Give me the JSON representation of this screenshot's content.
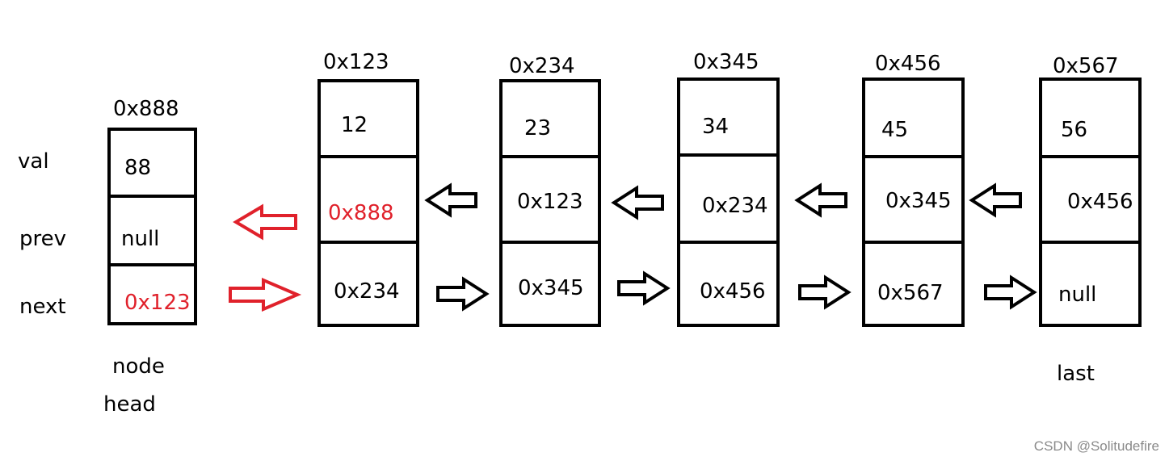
{
  "row_labels": {
    "val": "val",
    "prev": "prev",
    "next": "next"
  },
  "new_node": {
    "address": "0x888",
    "val": "88",
    "prev": "null",
    "next": "0x123",
    "caption_node": "node",
    "caption_head": "head"
  },
  "list_nodes": [
    {
      "address": "0x123",
      "val": "12",
      "prev": "0x888",
      "next": "0x234"
    },
    {
      "address": "0x234",
      "val": "23",
      "prev": "0x123",
      "next": "0x345"
    },
    {
      "address": "0x345",
      "val": "34",
      "prev": "0x234",
      "next": "0x456"
    },
    {
      "address": "0x456",
      "val": "45",
      "prev": "0x345",
      "next": "0x567"
    },
    {
      "address": "0x567",
      "val": "56",
      "prev": "0x456",
      "next": "null"
    }
  ],
  "last_label": "last",
  "watermark": "CSDN @Solitudefire",
  "colors": {
    "highlight": "#e0212b",
    "line": "#000000"
  }
}
